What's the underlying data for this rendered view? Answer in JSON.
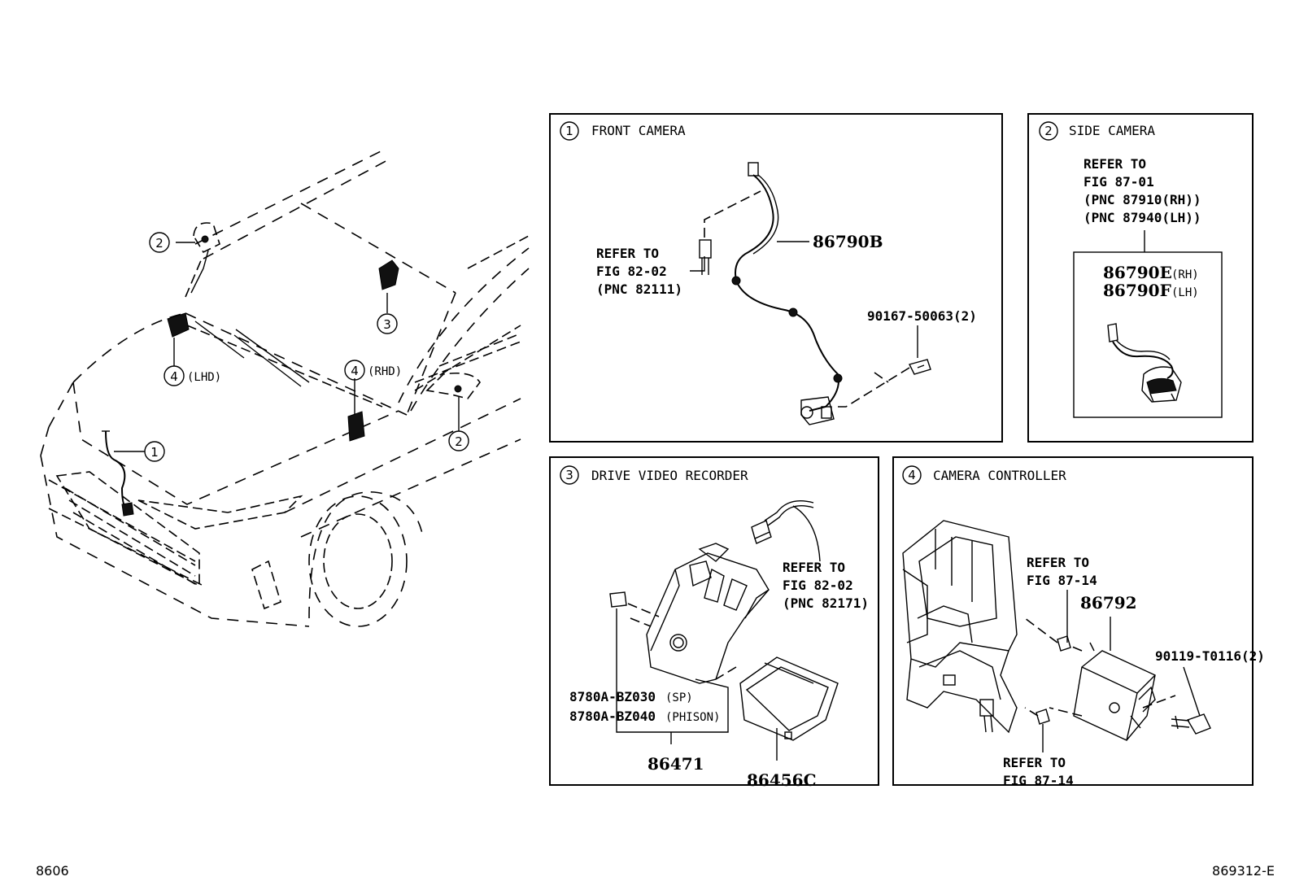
{
  "diagram": {
    "callouts": {
      "c1": "1",
      "c2": "2",
      "c3": "3",
      "c4": "4"
    },
    "car": {
      "lhd": "(LHD)",
      "rhd": "(RHD)"
    },
    "panels": {
      "front_camera": {
        "title": "FRONT CAMERA",
        "refer_line1": "REFER TO",
        "refer_line2": "FIG 82-02",
        "refer_line3": "(PNC 82111)",
        "part_harness": "86790B",
        "part_screw": "90167-50063(2)"
      },
      "side_camera": {
        "title": "SIDE CAMERA",
        "refer_line1": "REFER TO",
        "refer_line2": "FIG 87-01",
        "refer_line3": "(PNC 87910(RH))",
        "refer_line4": "(PNC 87940(LH))",
        "part_rh": "86790E",
        "part_rh_suffix": "(RH)",
        "part_lh": "86790F",
        "part_lh_suffix": "(LH)"
      },
      "drive_video_recorder": {
        "title": "DRIVE VIDEO RECORDER",
        "refer_line1": "REFER TO",
        "refer_line2": "FIG 82-02",
        "refer_line3": "(PNC 82171)",
        "card_sp": "8780A-BZ030",
        "card_sp_suffix": "(SP)",
        "card_phison": "8780A-BZ040",
        "card_phison_suffix": "(PHISON)",
        "part_recorder": "86471",
        "part_cover": "86456C"
      },
      "camera_controller": {
        "title": "CAMERA CONTROLLER",
        "refer_a_line1": "REFER TO",
        "refer_a_line2": "FIG 87-14",
        "refer_b_line1": "REFER TO",
        "refer_b_line2": "FIG 87-14",
        "part_controller": "86792",
        "part_bolt": "90119-T0116(2)"
      }
    },
    "footer": {
      "left": "8606",
      "right": "869312-E"
    }
  }
}
